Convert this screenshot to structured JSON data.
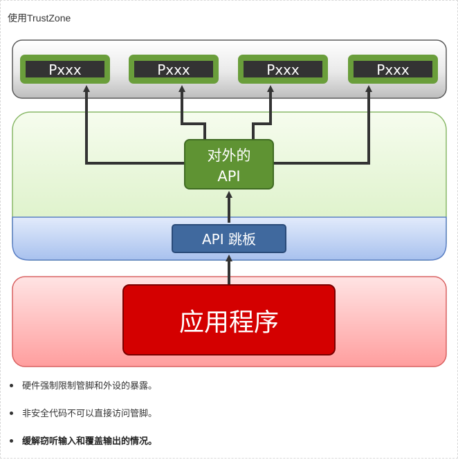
{
  "page": {
    "heading": "使用TrustZone"
  },
  "diagram": {
    "pins": [
      "Pxxx",
      "Pxxx",
      "Pxxx",
      "Pxxx"
    ],
    "external_api": [
      "对外的",
      "API"
    ],
    "trampoline": "API 跳板",
    "application": "应用程序",
    "colors": {
      "pin_green": "#6a9e3b",
      "pin_inner": "#333333",
      "api_green": "#5f9333",
      "trampoline_blue": "#40699e",
      "app_red": "#d40000",
      "arrow": "#333333"
    }
  },
  "bullets": [
    "硬件强制限制管脚和外设的暴露。",
    "非安全代码不可以直接访问管脚。",
    "缓解窃听输入和覆盖输出的情况。"
  ]
}
